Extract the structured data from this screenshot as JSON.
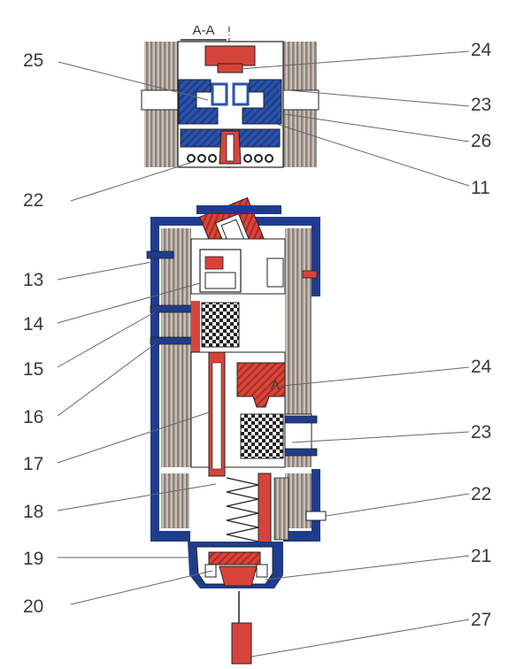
{
  "section_label": "A-A",
  "section_marker": "A",
  "callouts": {
    "n25": "25",
    "n24_top": "24",
    "n23_top": "23",
    "n26": "26",
    "n11": "11",
    "n22_top": "22",
    "n13": "13",
    "n14": "14",
    "n15": "15",
    "n16": "16",
    "n17": "17",
    "n18": "18",
    "n19": "19",
    "n20": "20",
    "n24": "24",
    "n23": "23",
    "n22": "22",
    "n21": "21",
    "n27": "27"
  },
  "colors": {
    "hatch_gray": "#a89f98",
    "frame_navy": "#1f3c8c",
    "part_red": "#d8443a",
    "part_blue": "#2a52a8",
    "line_dark": "#222222",
    "leader_gray": "#666666"
  }
}
